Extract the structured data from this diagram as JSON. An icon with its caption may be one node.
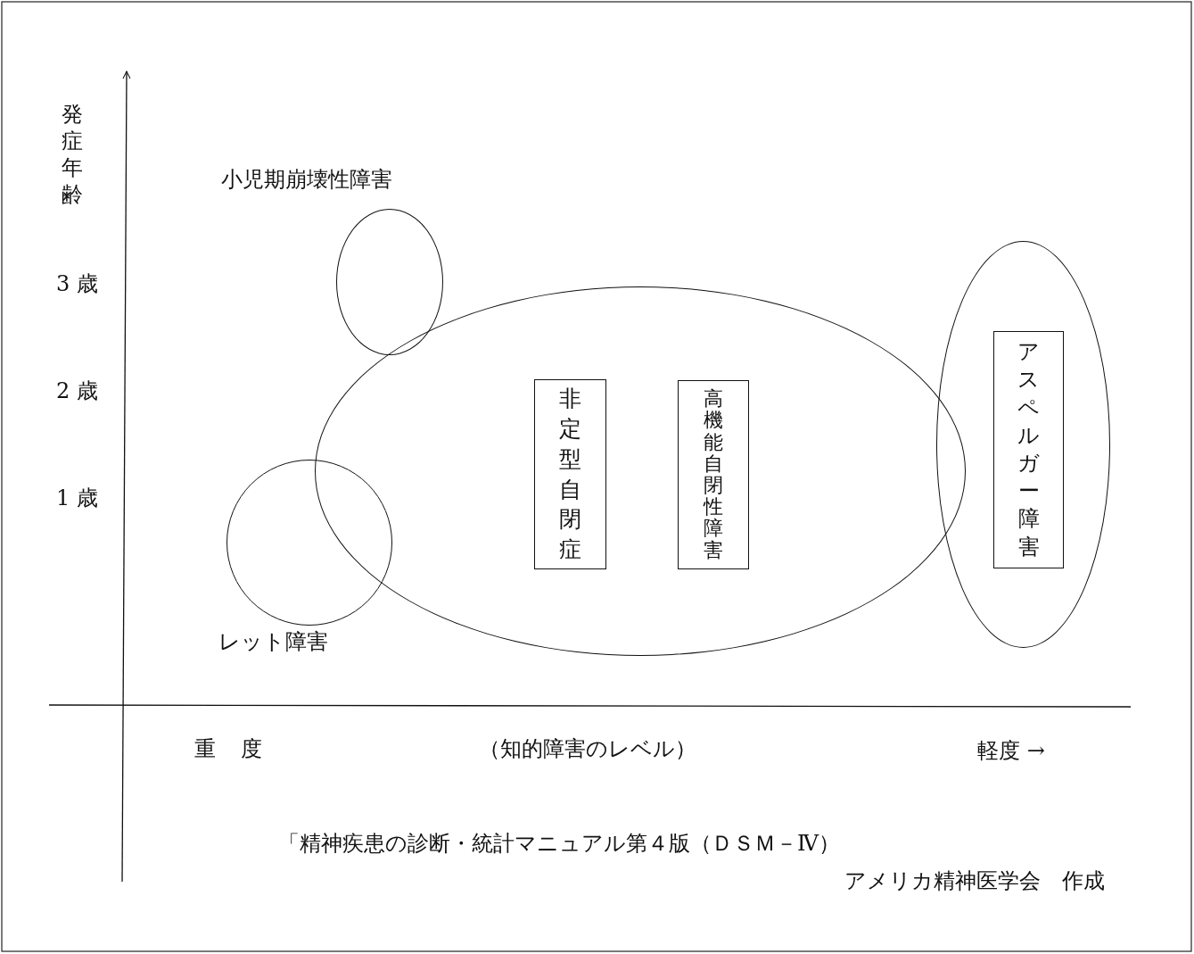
{
  "diagram": {
    "nodes": [
      {
        "text": [
          "小児期崩壊性障害"
        ]
      },
      {
        "text": [],
        "shape": "ellipse"
      },
      {
        "text": [
          "非定型自閉症"
        ],
        "in": 1
      },
      {
        "text": [
          "高機能自閉性障害"
        ],
        "in": 1
      },
      {
        "text": [],
        "shape": "ellipse"
      },
      {
        "text": [
          "アスペルガー障害"
        ],
        "in": 4
      },
      {
        "text": [
          "レット障害"
        ]
      }
    ],
    "edges": [],
    "labels": [
      "発症年齢",
      "3 歳",
      "2 歳",
      "1 歳",
      "重 度",
      "（知的障害のレベル）",
      "軽度 →",
      "「精神疾患の診断・統計マニュアル第４版（ＤＳＭ－Ⅳ）",
      "アメリカ精神医学会　作成"
    ]
  }
}
